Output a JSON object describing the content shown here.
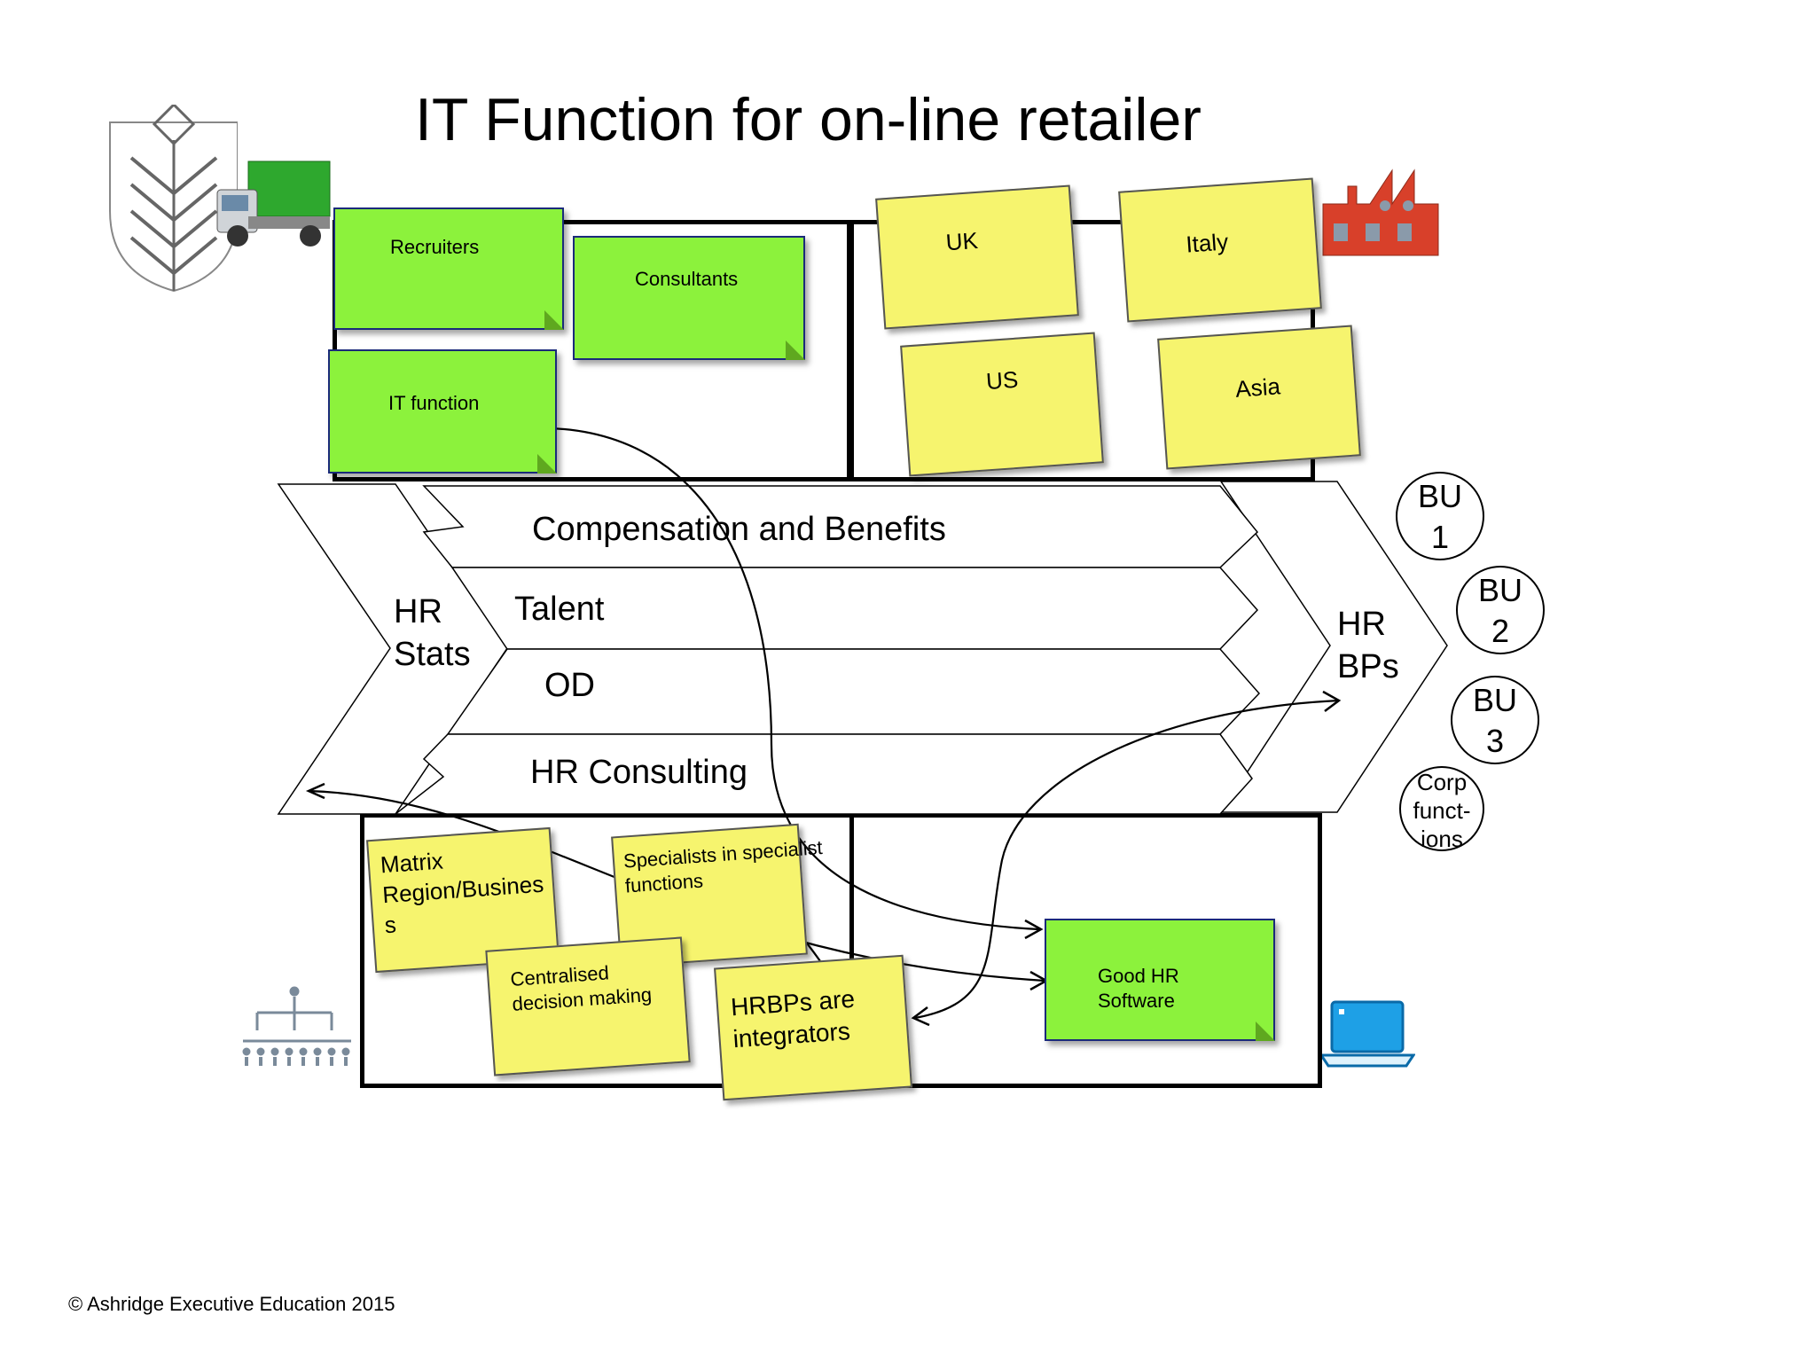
{
  "title": "IT Function for on-line retailer",
  "footer": "© Ashridge Executive Education 2015",
  "top_left_notes": [
    "Recruiters",
    "Consultants",
    "IT function"
  ],
  "top_right_notes": [
    "UK",
    "Italy",
    "US",
    "Asia"
  ],
  "left_chevron_label": [
    "HR",
    "Stats"
  ],
  "right_chevron_label": [
    "HR",
    "BPs"
  ],
  "bands": [
    "Compensation and Benefits",
    "Talent",
    "OD",
    "HR Consulting"
  ],
  "business_units": [
    {
      "line1": "BU",
      "line2": "1"
    },
    {
      "line1": "BU",
      "line2": "2"
    },
    {
      "line1": "BU",
      "line2": "3"
    }
  ],
  "corp_functions": [
    "Corp",
    "funct-",
    "ions"
  ],
  "bottom_left_notes": {
    "matrix": [
      "Matrix",
      "Region/Busines",
      "s"
    ],
    "specialists": [
      "Specialists in specialist",
      "functions"
    ],
    "centralised": [
      "Centralised",
      "decision making"
    ],
    "hrbps": [
      "HRBPs are",
      "integrators"
    ]
  },
  "bottom_right_note": [
    "Good HR",
    "Software"
  ],
  "icons": [
    "crest-logo-icon",
    "truck-icon",
    "factory-icon",
    "org-chart-icon",
    "laptop-icon"
  ],
  "colors": {
    "green_note": "#8cf23c",
    "yellow_note": "#f6f46e",
    "laptop": "#1ea0e6",
    "factory": "#d8402a"
  }
}
